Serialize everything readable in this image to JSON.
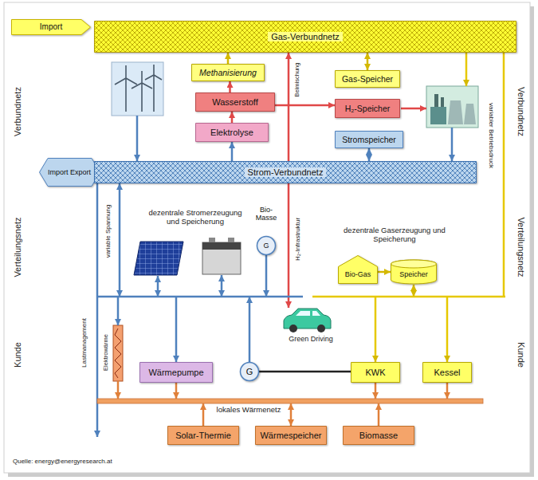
{
  "diagram": {
    "nodes": [
      {
        "text": [
          "Import"
        ]
      },
      {
        "text": [
          "Gas-Verbundnetz"
        ]
      },
      {
        "text": [
          "Methanisierung"
        ]
      },
      {
        "text": [
          "Wasserstoff"
        ]
      },
      {
        "text": [
          "Elektrolyse"
        ]
      },
      {
        "text": [
          "Gas-Speicher"
        ]
      },
      {
        "text": [
          "H₂-Speicher"
        ]
      },
      {
        "text": [
          "Stromspeicher"
        ]
      },
      {
        "text": [
          "Import Export"
        ]
      },
      {
        "text": [
          "Strom-Verbundnetz"
        ]
      },
      {
        "text": [
          "Bio-Masse",
          "G"
        ]
      },
      {
        "text": [
          "Bio-Gas"
        ]
      },
      {
        "text": [
          "Speicher"
        ]
      },
      {
        "text": [
          "Wärmepumpe"
        ]
      },
      {
        "text": [
          "G"
        ]
      },
      {
        "text": [
          "KWK"
        ]
      },
      {
        "text": [
          "Kessel"
        ]
      },
      {
        "text": [
          "Solar-Thermie"
        ]
      },
      {
        "text": [
          "Wärmespeicher"
        ]
      },
      {
        "text": [
          "Biomasse"
        ]
      }
    ],
    "edges": [
      {
        "from": 4,
        "to": 3,
        "arrow": "to"
      },
      {
        "from": 3,
        "to": 2,
        "arrow": "to"
      },
      {
        "from": 2,
        "to": 1,
        "arrow": "to"
      },
      {
        "from": 3,
        "to": 6,
        "arrow": "to"
      },
      {
        "from": 5,
        "to": 1,
        "arrow": "both"
      },
      {
        "from": 7,
        "to": 9,
        "arrow": "both"
      },
      {
        "from": 9,
        "to": 4,
        "arrow": "to"
      },
      {
        "from": 11,
        "to": 12,
        "arrow": "to"
      },
      {
        "from": 14,
        "to": 15,
        "arrow": "none"
      }
    ],
    "labels": [
      "Verbundnetz",
      "Verteilungsnetz",
      "Kunde",
      "Verbundnetz",
      "Verteilungsnetz",
      "Kunde",
      "Beimischung",
      "variabler Betriebsdruck",
      "variable Spannung",
      "dezentrale Stromerzeugung und Speicherung",
      "H₂-Infrastruktur",
      "dezentrale Gaserzeugung und Speicherung",
      "Green Driving",
      "Lastmanagement",
      "Elektrowärme",
      "lokales Wärmenetz",
      "Quelle: energy@energyresearch.at"
    ]
  }
}
